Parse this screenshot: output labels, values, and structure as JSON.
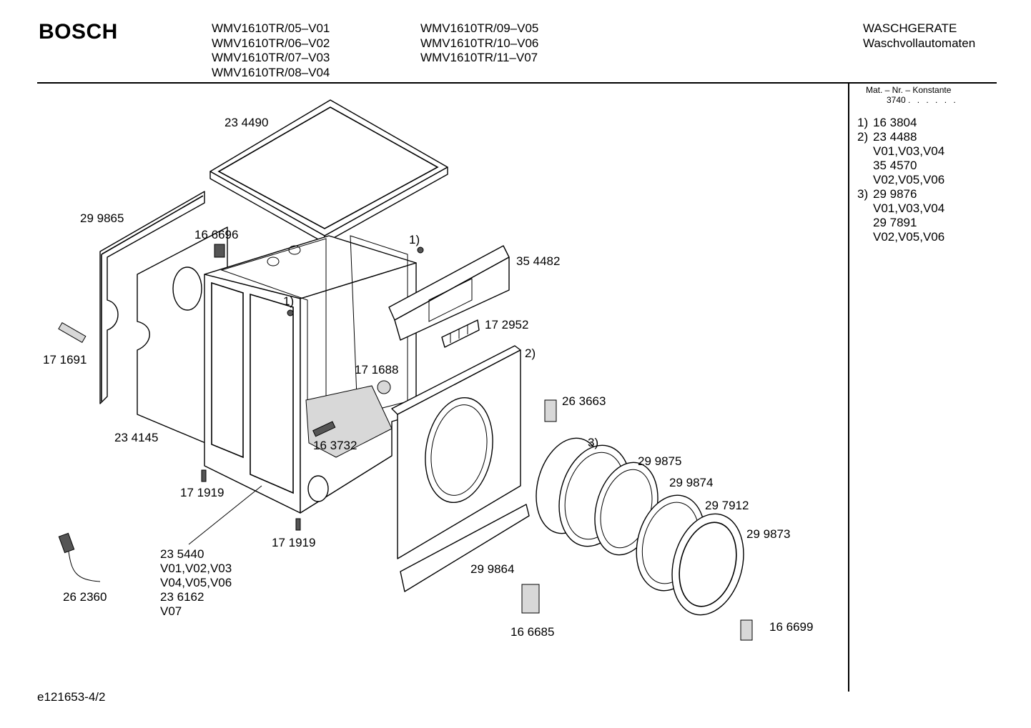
{
  "header": {
    "brand": "BOSCH",
    "models_col1": [
      "WMV1610TR/05–V01",
      "WMV1610TR/06–V02",
      "WMV1610TR/07–V03",
      "WMV1610TR/08–V04"
    ],
    "models_col2": [
      "WMV1610TR/09–V05",
      "WMV1610TR/10–V06",
      "WMV1610TR/11–V07"
    ],
    "category": "WASCHGERATE",
    "subcategory": "Waschvollautomaten"
  },
  "sidebar": {
    "mat_label": "Mat. – Nr. – Konstante",
    "mat_value": "3740",
    "mat_dots": ". . . . . .",
    "notes": [
      {
        "num": "1)",
        "lines": [
          "16 3804"
        ]
      },
      {
        "num": "2)",
        "lines": [
          "23 4488",
          "V01,V03,V04",
          "35 4570",
          "V02,V05,V06"
        ]
      },
      {
        "num": "3)",
        "lines": [
          "29 9876",
          "V01,V03,V04",
          "29 7891",
          "V02,V05,V06"
        ]
      }
    ]
  },
  "parts": {
    "p234490": "23 4490",
    "p299865": "29 9865",
    "p166696": "16 6696",
    "ref1_top": "1)",
    "p354482": "35 4482",
    "ref1_mid": "1)",
    "p172952": "17 2952",
    "ref2": "2)",
    "p171691": "17 1691",
    "p171688": "17 1688",
    "p263663": "26 3663",
    "p234145": "23 4145",
    "p163732": "16 3732",
    "ref3": "3)",
    "p299875": "29 9875",
    "p171919_a": "17 1919",
    "p299874": "29 9874",
    "p297912": "29 7912",
    "p299873": "29 9873",
    "p171919_b": "17 1919",
    "p235440": [
      "23 5440",
      "V01,V02,V03",
      "V04,V05,V06",
      "23 6162",
      "V07"
    ],
    "p299864": "29 9864",
    "p262360": "26 2360",
    "p166685": "16 6685",
    "p166699": "16 6699"
  },
  "footer": {
    "code": "e121653-4/2"
  }
}
